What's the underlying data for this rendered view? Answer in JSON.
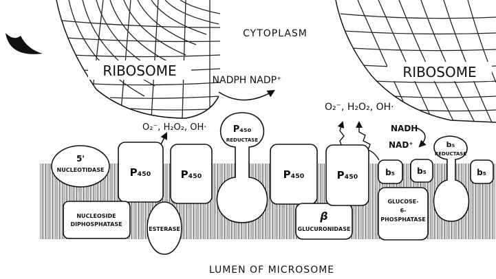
{
  "regions": {
    "cytoplasm": "CYTOPLASM",
    "lumen": "LUMEN OF MICROSOME"
  },
  "ribosomes": [
    {
      "label": "RIBOSOME"
    },
    {
      "label": "RIBOSOME"
    }
  ],
  "cofactors": {
    "nadph_nadp": "NADPH NADP⁺",
    "nadh": "NADH",
    "nad": "NAD⁺"
  },
  "radicals": {
    "left": "O₂⁻, H₂O₂, OH·",
    "right": "O₂⁻, H₂O₂, OH·"
  },
  "enzymes": {
    "nucleotidase_num": "5'",
    "nucleotidase": "NUCLEOTIDASE",
    "p450": "P₄₅₀",
    "p450_reductase_title": "P₄₅₀",
    "p450_reductase_sub": "REDUCTASE",
    "b5": "b₅",
    "b5_reductase_title": "b₅",
    "b5_reductase_sub": "REDUCTASE",
    "nucleoside_line1": "NUCLEOSIDE",
    "nucleoside_line2": "DIPHOSPHATASE",
    "esterase": "ESTERASE",
    "beta": "β",
    "glucuronidase": "GLUCURONIDASE",
    "glucose_line1": "GLUCOSE-",
    "glucose_line2": "6-",
    "glucose_line3": "PHOSPHATASE"
  },
  "colors": {
    "ink": "#111111",
    "membrane": "#2a2a2a",
    "background": "#ffffff"
  }
}
